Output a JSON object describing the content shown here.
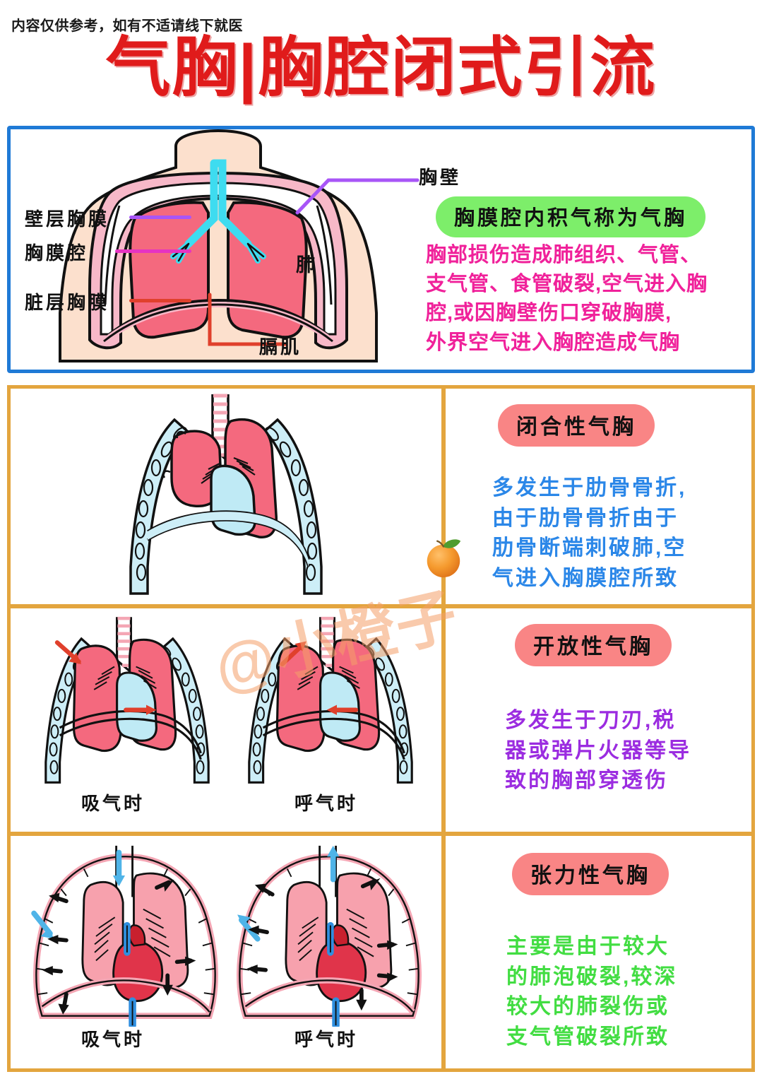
{
  "header": {
    "disclaimer": "内容仅供参考，如有不适请线下就医",
    "title": "气胸|胸腔闭式引流",
    "title_color": "#e01b1b"
  },
  "watermark": {
    "text": "@小橙子",
    "icon": "orange-fruit-icon",
    "color": "#f5a06a"
  },
  "panel_anatomy": {
    "border_color": "#1f7ad6",
    "labels": [
      {
        "text": "胸壁",
        "lead_color": "#a855f7"
      },
      {
        "text": "壁层胸膜",
        "lead_color": "#a855f7"
      },
      {
        "text": "胸膜腔",
        "lead_color": "#e633c2"
      },
      {
        "text": "脏层胸膜",
        "lead_color": "#e0402c"
      },
      {
        "text": "膈肌",
        "lead_color": "#e0402c"
      },
      {
        "text": "肺",
        "lead_color": "none"
      }
    ],
    "definition_pill": {
      "text": "胸膜腔内积气称为气胸",
      "bg": "#7dee6a"
    },
    "description": "胸部损伤造成肺组织、气管、\n支气管、食管破裂,空气进入胸\n腔,或因胸壁伤口穿破胸膜,\n外界空气进入胸腔造成气胸",
    "description_color": "#f0219a"
  },
  "grid": {
    "border_color": "#e3a53e",
    "rows": [
      {
        "pill": "闭合性气胸",
        "pill_bg": "#f98585",
        "text": "多发生于肋骨骨折,\n由于肋骨骨折由于\n肋骨断端刺破肺,空\n气进入胸膜腔所致",
        "text_color": "#2b87e8",
        "figure_captions": []
      },
      {
        "pill": "开放性气胸",
        "pill_bg": "#f98585",
        "text": "多发生于刀刃,税\n器或弹片火器等导\n致的胸部穿透伤",
        "text_color": "#9b2ce0",
        "figure_captions": [
          "吸气时",
          "呼气时"
        ]
      },
      {
        "pill": "张力性气胸",
        "pill_bg": "#f98585",
        "text": "主要是由于较大\n的肺泡破裂,较深\n较大的肺裂伤或\n支气管破裂所致",
        "text_color": "#42dd42",
        "figure_captions": [
          "吸气时",
          "呼气时"
        ]
      }
    ]
  }
}
